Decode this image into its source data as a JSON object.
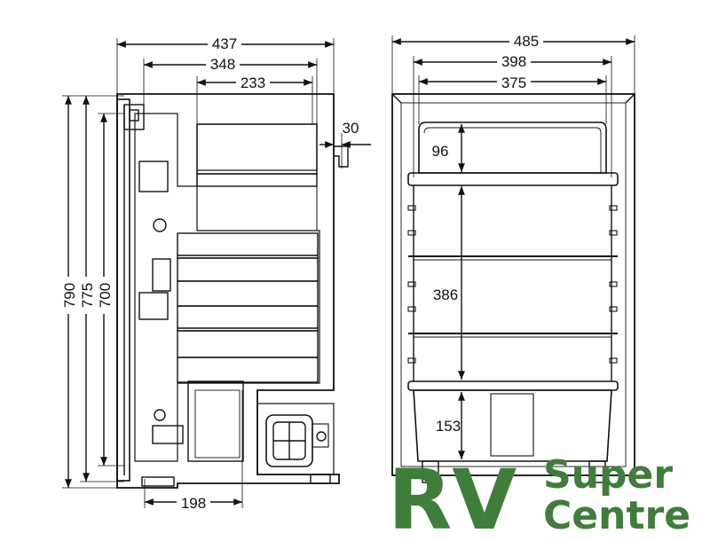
{
  "side_view": {
    "widths": [
      "437",
      "348",
      "233"
    ],
    "lip": "30",
    "heights": [
      "790",
      "775",
      "700"
    ],
    "bottom_width": "198"
  },
  "front_view": {
    "widths": [
      "485",
      "398",
      "375"
    ],
    "upper_compartment": "96",
    "main_compartment": "386",
    "crisper": "153"
  },
  "logo": {
    "letters": "RV",
    "line1": "Super",
    "line2": "Centre",
    "color": "#3f7d3a"
  }
}
